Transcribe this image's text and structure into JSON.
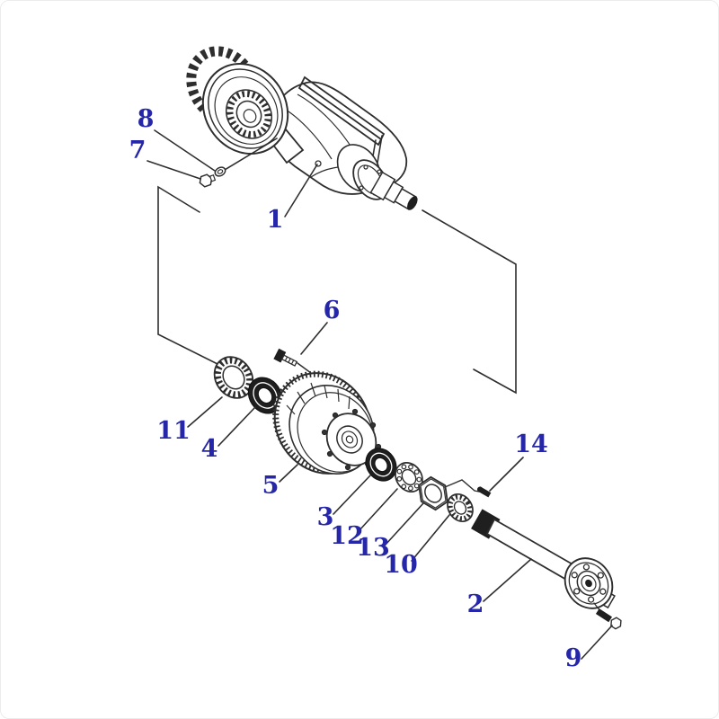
{
  "callouts": [
    {
      "label": "1"
    },
    {
      "label": "2"
    },
    {
      "label": "3"
    },
    {
      "label": "4"
    },
    {
      "label": "5"
    },
    {
      "label": "6"
    },
    {
      "label": "7"
    },
    {
      "label": "8"
    },
    {
      "label": "9"
    },
    {
      "label": "10"
    },
    {
      "label": "11"
    },
    {
      "label": "12"
    },
    {
      "label": "13"
    },
    {
      "label": "14"
    }
  ],
  "colors": {
    "callout_text": "#2626a8",
    "line": "#2e2e2e",
    "background": "#ffffff"
  }
}
